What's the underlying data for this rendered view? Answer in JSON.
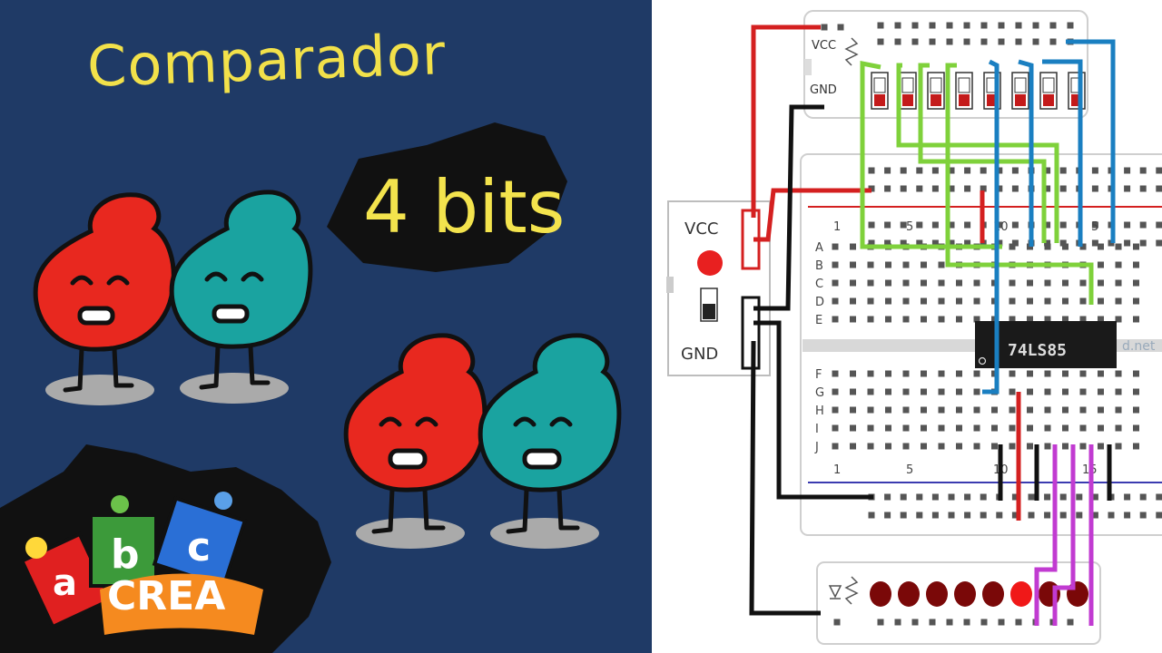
{
  "thumbnail": {
    "title": "Comparador",
    "subtitle": "4 bits",
    "logo": {
      "letters": [
        "a",
        "b",
        "c"
      ],
      "text": "CREA"
    }
  },
  "circuit": {
    "power_module": {
      "vcc_label": "VCC",
      "gnd_label": "GND"
    },
    "switch_module": {
      "vcc_label": "VCC",
      "gnd_label": "GND"
    },
    "breadboard": {
      "row_labels_top": [
        "A",
        "B",
        "C",
        "D",
        "E"
      ],
      "row_labels_bottom": [
        "F",
        "G",
        "H",
        "I",
        "J"
      ],
      "column_numbers_top": [
        "1",
        "5",
        "10",
        "5"
      ],
      "column_numbers_bottom": [
        "1",
        "5",
        "10",
        "15"
      ],
      "watermark": "d.net"
    },
    "chip": {
      "label": "74LS85"
    }
  },
  "colors": {
    "navy": "#1f3a66",
    "red": "#e8281f",
    "teal": "#1aa3a0",
    "yellow": "#f2e14a",
    "wire_red": "#d42020",
    "wire_green": "#7fd13b",
    "wire_blue": "#1a7fc1",
    "wire_purple": "#c13bd1",
    "wire_black": "#111111"
  }
}
